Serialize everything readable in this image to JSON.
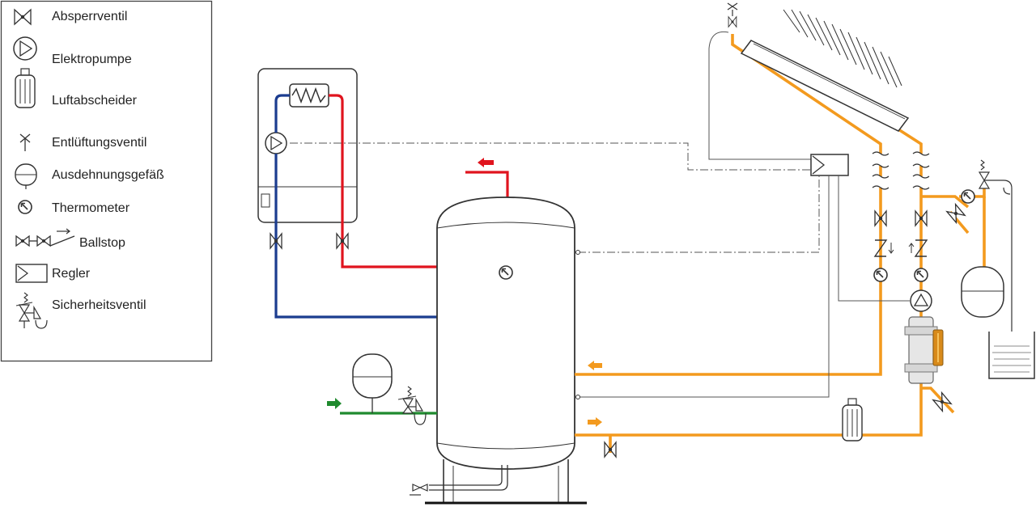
{
  "legend": {
    "items": [
      {
        "id": "absperrventil",
        "label": "Absperrventil",
        "icon": "shutoff-valve-icon"
      },
      {
        "id": "elektropumpe",
        "label": "Elektropumpe",
        "icon": "pump-icon"
      },
      {
        "id": "luftabscheider",
        "label": "Luftabscheider",
        "icon": "air-separator-icon"
      },
      {
        "id": "entlueftungsventil",
        "label": "Entlüftungsventil",
        "icon": "vent-valve-icon"
      },
      {
        "id": "ausdehnungsgefaess",
        "label": "Ausdehnungsgefäß",
        "icon": "expansion-vessel-icon"
      },
      {
        "id": "thermometer",
        "label": "Thermometer",
        "icon": "thermometer-icon"
      },
      {
        "id": "ballstop",
        "label": "Ballstop",
        "icon": "ballstop-icon"
      },
      {
        "id": "regler",
        "label": "Regler",
        "icon": "controller-icon"
      },
      {
        "id": "sicherheitsventil",
        "label": "Sicherheitsventil",
        "icon": "safety-valve-icon"
      }
    ]
  },
  "colors": {
    "solar_circuit": "#f39a1e",
    "hot_flow": "#e0141e",
    "cold_return": "#1b3c8f",
    "cold_water_inlet": "#1f8a2e",
    "line": "#333333",
    "control_line": "#555555"
  }
}
